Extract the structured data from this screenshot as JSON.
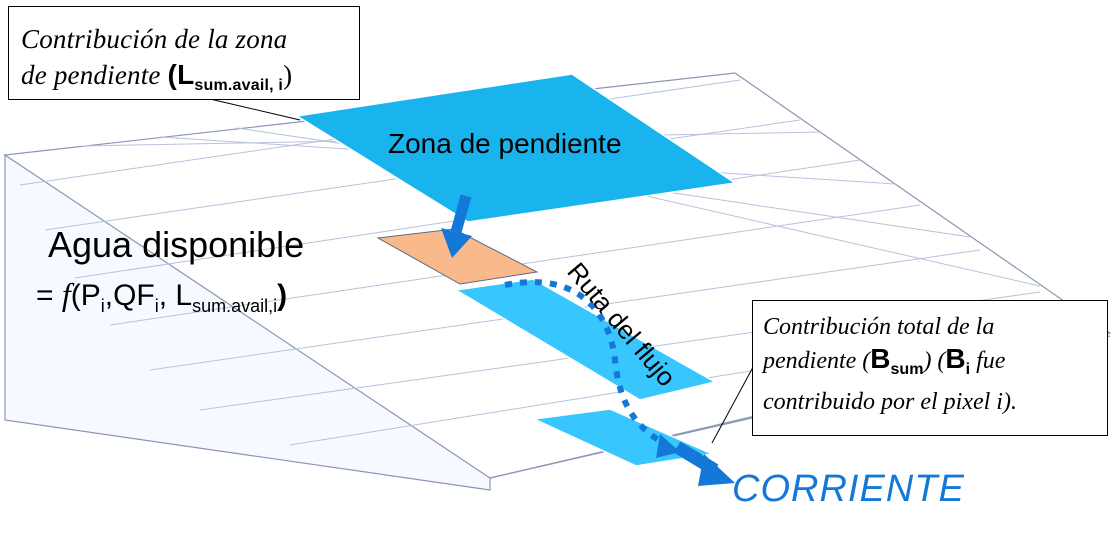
{
  "top_box": {
    "line1": "Contribución  de  la  zona",
    "line2_prefix": "de pendiente ",
    "open_paren": "(",
    "L": "L",
    "L_sub": "sum.avail, i",
    "close_paren": ")"
  },
  "zone_label": "Zona de pendiente",
  "water": {
    "title": "Agua disponible",
    "eq": "= ",
    "fn": "f",
    "args_a": "(P",
    "sub_i1": "i",
    "args_b": ",QF",
    "sub_i2": "i",
    "args_c": ", L",
    "sub_sum": "sum.avail,i",
    "close": ")"
  },
  "flow_label": "Ruta del flujo",
  "right_box": {
    "line1": "Contribución total de la",
    "line2_prefix": "pendiente ",
    "B_open": "(",
    "B": "B",
    "B_sub": "sum",
    "B_close": ") (",
    "Bi": "B",
    "Bi_sub": "i",
    "line2_suffix": "  fue",
    "line3": "contribuido por el pixel i)."
  },
  "stream_label": "CORRIENTE",
  "colors": {
    "zone_fill": "#19b3ee",
    "pixel_fill": "#f9b98a",
    "path_fill": "#38c6ff",
    "arrow": "#1478d8",
    "grid": "#9aa6c4"
  }
}
